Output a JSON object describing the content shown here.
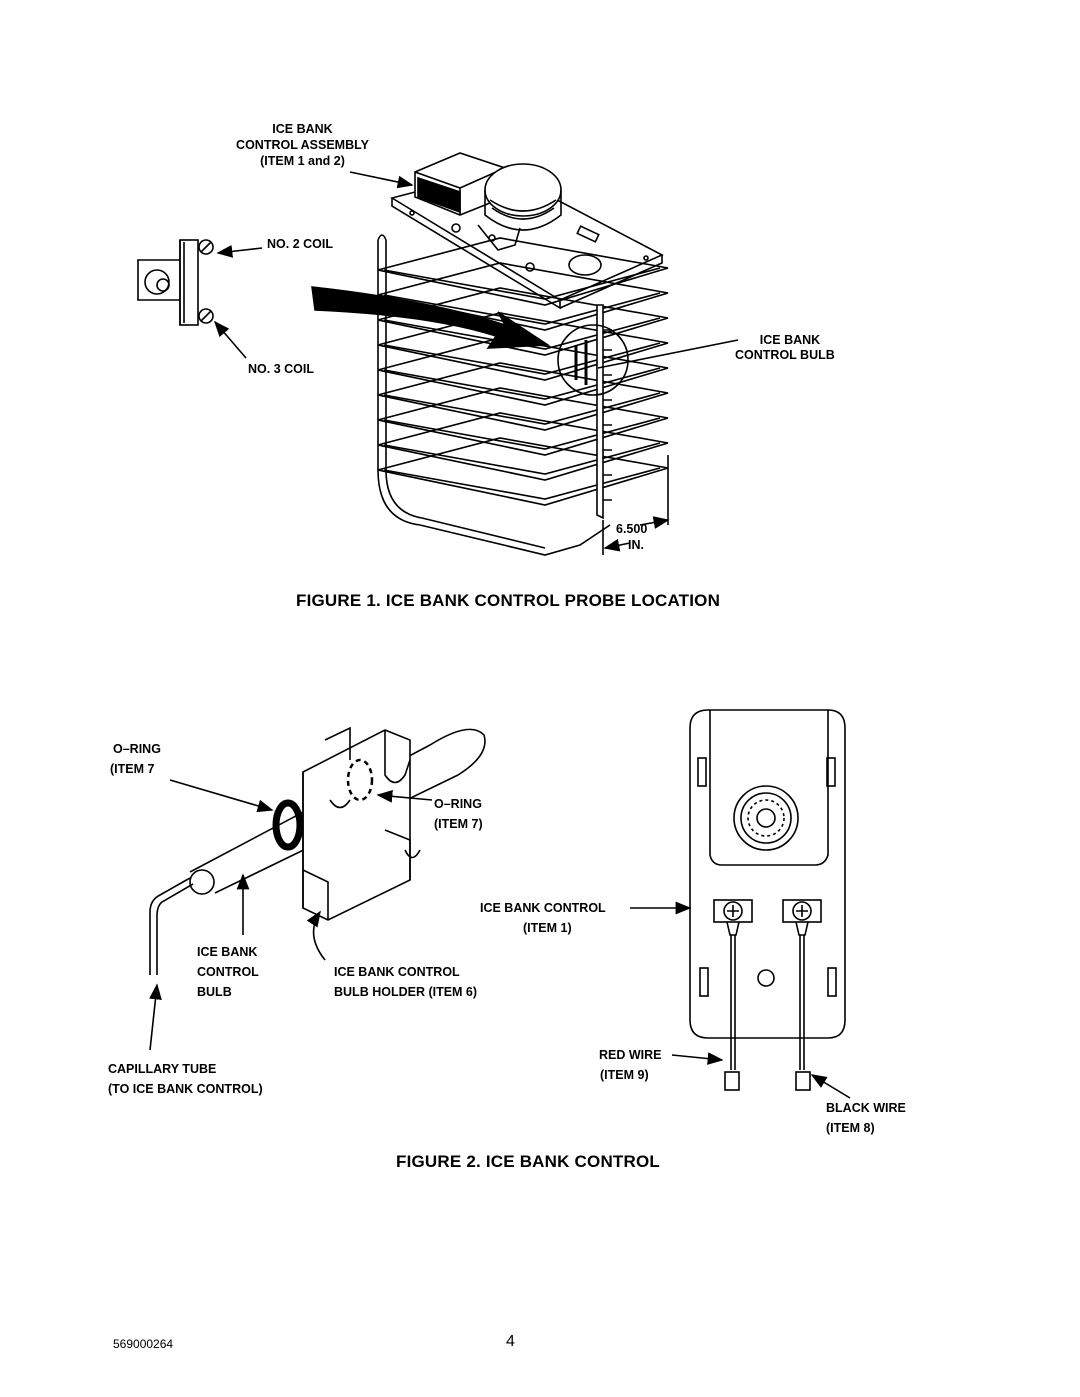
{
  "figure1": {
    "caption": "FIGURE 1. ICE BANK CONTROL PROBE LOCATION",
    "labels": {
      "assembly_l1": "ICE BANK",
      "assembly_l2": "CONTROL ASSEMBLY",
      "assembly_l3": "(ITEM 1 and 2)",
      "no2_coil": "NO. 2 COIL",
      "no3_coil": "NO. 3 COIL",
      "bulb_l1": "ICE BANK",
      "bulb_l2": "CONTROL BULB",
      "dim_value": "6.500",
      "dim_unit": "IN."
    }
  },
  "figure2": {
    "caption": "FIGURE 2. ICE BANK CONTROL",
    "labels": {
      "oring_left_l1": "O–RING",
      "oring_left_l2": "(ITEM 7",
      "oring_right_l1": "O–RING",
      "oring_right_l2": "(ITEM 7)",
      "bulb_l1": "ICE BANK",
      "bulb_l2": "CONTROL",
      "bulb_l3": "BULB",
      "holder_l1": "ICE BANK CONTROL",
      "holder_l2": "BULB HOLDER (ITEM 6)",
      "capillary_l1": "CAPILLARY TUBE",
      "capillary_l2": "(TO ICE BANK CONTROL)",
      "control_l1": "ICE BANK CONTROL",
      "control_l2": "(ITEM 1)",
      "red_l1": "RED WIRE",
      "red_l2": "(ITEM 9)",
      "black_l1": "BLACK WIRE",
      "black_l2": "(ITEM 8)"
    }
  },
  "footer": {
    "doc_number": "569000264",
    "page_number": "4"
  }
}
